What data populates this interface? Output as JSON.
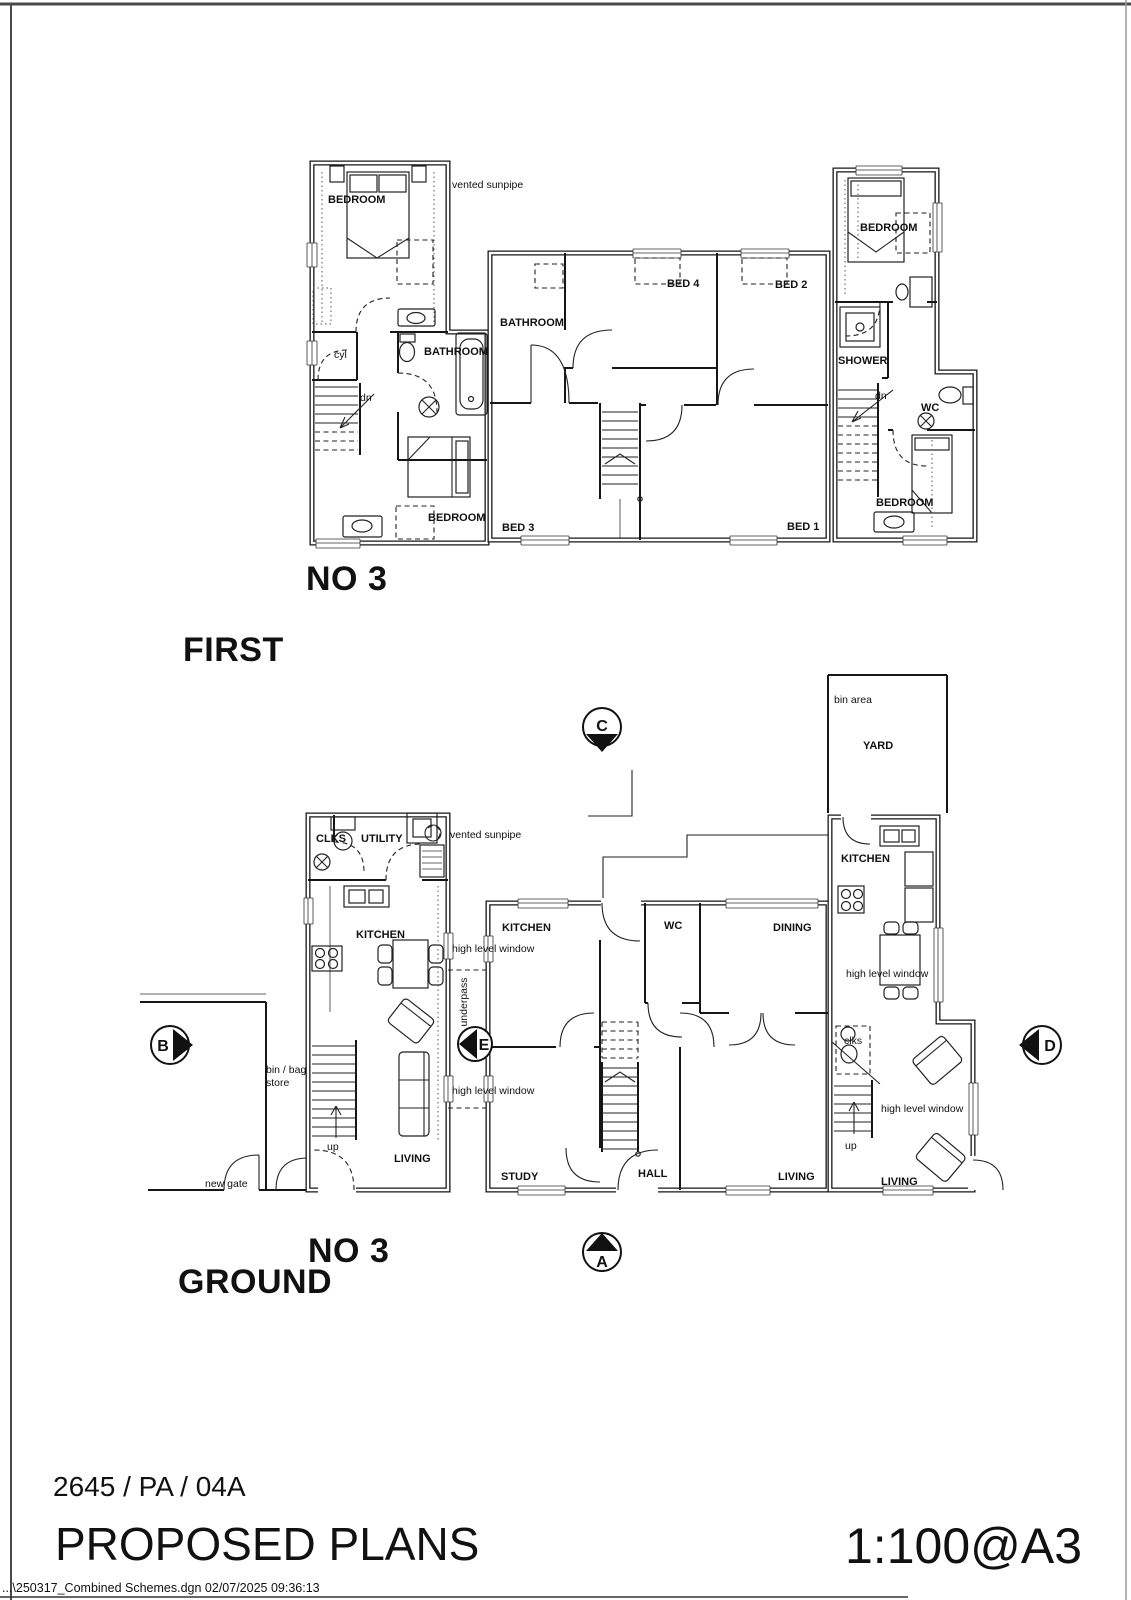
{
  "first_floor": {
    "house_label": "NO 3",
    "level_label": "FIRST",
    "left_house": {
      "bedroom_front": "BEDROOM",
      "vented_sunpipe": "vented sunpipe",
      "cyl": "cyl",
      "dn": "dn",
      "bathroom": "BATHROOM",
      "bedroom_rear": "BEDROOM"
    },
    "middle_house": {
      "bathroom": "BATHROOM",
      "bed4": "BED 4",
      "bed2": "BED 2",
      "bed3": "BED 3",
      "bed1": "BED 1"
    },
    "right_house": {
      "bedroom_front": "BEDROOM",
      "shower": "SHOWER",
      "dn": "dn",
      "wc": "WC",
      "bedroom_rear": "BEDROOM"
    }
  },
  "ground_floor": {
    "house_label": "NO 3",
    "level_label": "GROUND",
    "left_house": {
      "clks": "CLKS",
      "utility": "UTILITY",
      "vented_sunpipe": "vented sunpipe",
      "kitchen": "KITCHEN",
      "up": "up",
      "living": "LIVING"
    },
    "middle_house": {
      "kitchen": "KITCHEN",
      "wc": "WC",
      "dining": "DINING",
      "study": "STUDY",
      "hall": "HALL",
      "living": "LIVING",
      "underpass": "underpass",
      "high_level_window_upper": "high level window",
      "high_level_window_lower": "high level window"
    },
    "right_house": {
      "bin_area": "bin area",
      "yard": "YARD",
      "kitchen": "KITCHEN",
      "clks": "clks",
      "up": "up",
      "living": "LIVING",
      "high_level_window_upper": "high level window",
      "high_level_window_lower": "high level window"
    },
    "site": {
      "bin_bag_store_line1": "bin / bag",
      "bin_bag_store_line2": "store",
      "new_gate": "new gate"
    }
  },
  "section_markers": {
    "a": "A",
    "b": "B",
    "c": "C",
    "d": "D",
    "e": "E"
  },
  "title_block": {
    "drawing_number": "2645 / PA / 04A",
    "drawing_title": "PROPOSED PLANS",
    "scale": "1:100@A3"
  },
  "status_bar": {
    "file_info": "...\\250317_Combined Schemes.dgn  02/07/2025 09:36:13"
  }
}
